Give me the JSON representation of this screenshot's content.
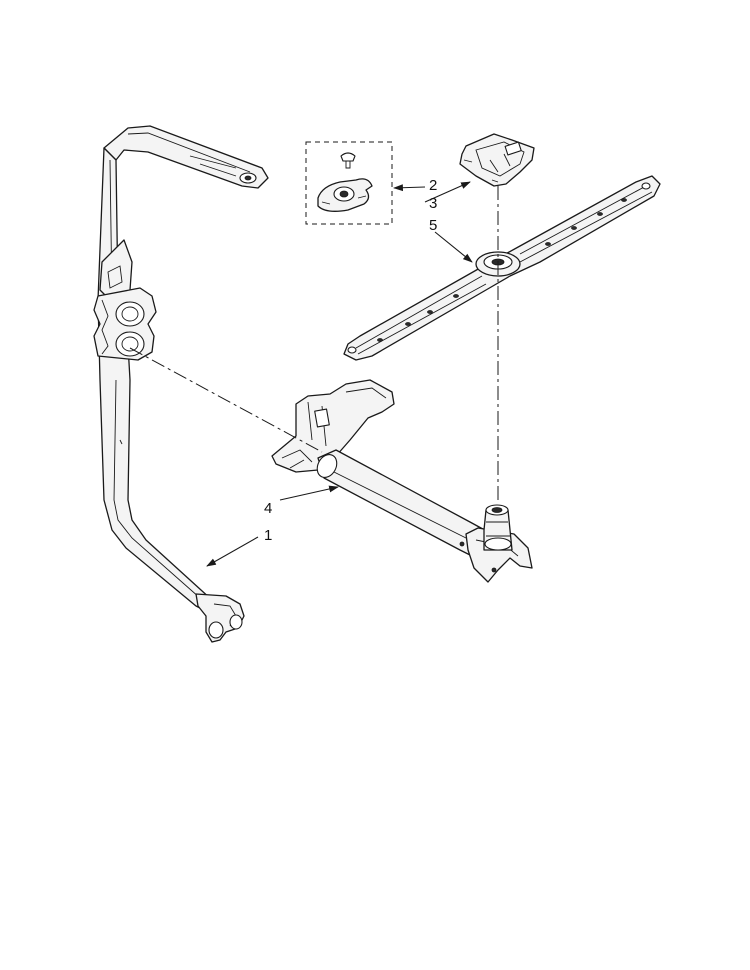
{
  "callouts": [
    {
      "id": "c1",
      "label": "1"
    },
    {
      "id": "c2",
      "label": "2"
    },
    {
      "id": "c3",
      "label": "3"
    },
    {
      "id": "c4",
      "label": "4"
    },
    {
      "id": "c5",
      "label": "5"
    }
  ],
  "colors": {
    "line": "#1a1a1a",
    "part_fill": "#f4f4f4",
    "background": "#ffffff"
  }
}
